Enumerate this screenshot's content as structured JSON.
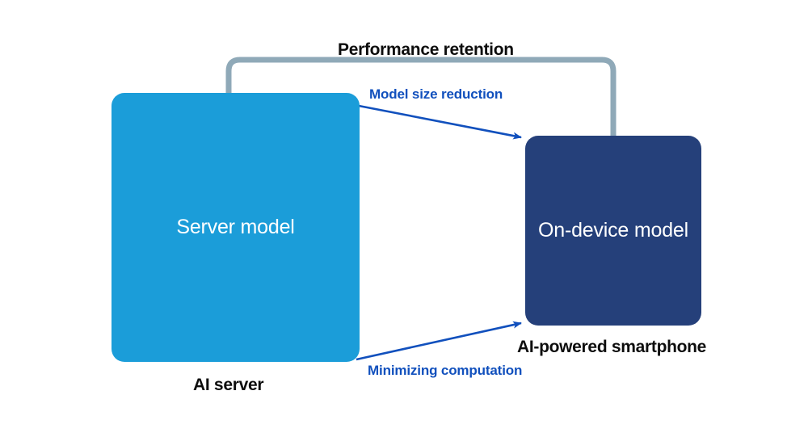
{
  "diagram": {
    "title_caption": "Performance retention",
    "background_color": "#ffffff",
    "nodes": [
      {
        "id": "server-model",
        "label": "Server model",
        "caption": "AI server",
        "fill_color": "#1b9dd9",
        "text_color": "#ffffff"
      },
      {
        "id": "on-device-model",
        "label": "On-device model",
        "caption": "AI-powered smartphone",
        "fill_color": "#25407a",
        "text_color": "#ffffff"
      }
    ],
    "connectors": [
      {
        "id": "performance-retention-bracket",
        "label": "Performance retention",
        "style": "rounded-bracket",
        "color": "#8fa9b8",
        "from": "server-model",
        "to": "on-device-model"
      },
      {
        "id": "model-size-reduction-arrow",
        "label": "Model size reduction",
        "style": "arrow",
        "color": "#1150bd",
        "from": "server-model",
        "to": "on-device-model"
      },
      {
        "id": "minimizing-computation-arrow",
        "label": "Minimizing computation",
        "style": "arrow",
        "color": "#1150bd",
        "from": "server-model",
        "to": "on-device-model"
      }
    ],
    "labels": {
      "model_size_reduction": "Model size reduction",
      "minimizing_computation": "Minimizing computation"
    },
    "colors": {
      "light_blue": "#1b9dd9",
      "dark_navy": "#25407a",
      "bracket_gray_blue": "#8fa9b8",
      "arrow_blue": "#1150bd",
      "caption_black": "#0d0d0d"
    }
  }
}
